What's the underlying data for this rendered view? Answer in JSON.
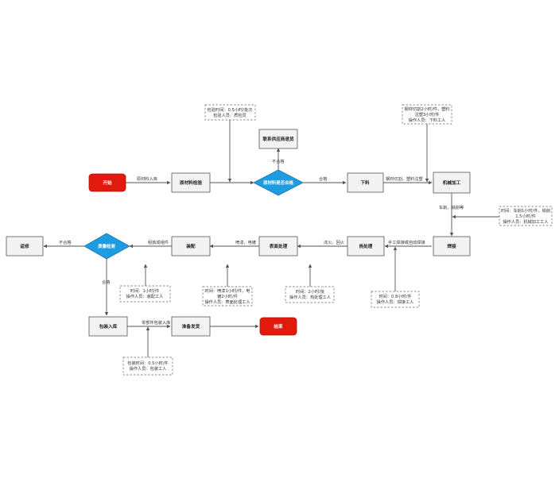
{
  "nodes": {
    "start": "开始",
    "inspect": "原材料检验",
    "decide": "原材料是否合格",
    "contact": "联系供应商退货",
    "cut": "下料",
    "machining": "机械加工",
    "welding": "焊接",
    "heat": "热处理",
    "surface": "表面处理",
    "assembly": "装配",
    "quality": "质量检测",
    "repair": "返修",
    "pack": "包装入库",
    "ship": "准备发货",
    "end": "结束"
  },
  "edges": {
    "start_inspect": "原材料入库",
    "decide_contact": "不合格",
    "decide_cut": "合格",
    "cut_machining": "钢材切割、塑料注塑",
    "machining_welding": "车削、铣削等",
    "welding_heat": "手工焊接或自动焊接",
    "heat_surface": "淬火、回火",
    "surface_assembly": "喷漆、电镀",
    "assembly_quality": "组装成组件",
    "quality_repair": "不合格",
    "quality_pack": "合格",
    "pack_ship": "零部件包装入库"
  },
  "notes": {
    "inspect": [
      "检验时间：0.5小时/批次",
      "检验人员：质检员"
    ],
    "cut": [
      "钢材切割2小时/件，塑料",
      "注塑3小时/件",
      "操作人员：下料工人"
    ],
    "machining": [
      "时间：车削1小时/件，铣削",
      "1.5小时/件",
      "操作人员：机械加工工人"
    ],
    "welding": [
      "时间：0.8小时/件",
      "操作人员：焊接工人"
    ],
    "heat": [
      "时间：2小时/批",
      "操作人员：热处理工人"
    ],
    "surface": [
      "时间：喷漆1小时/件，电",
      "镀2小时/件",
      "操作人员：表面处理工人"
    ],
    "assembly": [
      "时间：1小时/件",
      "操作人员：装配工人"
    ],
    "pack": [
      "包装时间：0.5小时/件",
      "操作人员：包装工人"
    ]
  }
}
